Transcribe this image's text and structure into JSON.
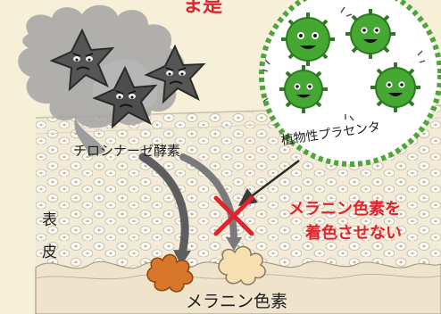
{
  "labels": {
    "top_fragment": "ま是",
    "enzyme": "チロシナーゼ酵素",
    "placenta": "植物性プラセンタ",
    "skin_layer_1": "表",
    "skin_layer_2": "皮",
    "callout_line_1": "メラニン色素を",
    "callout_line_2": "着色させない",
    "melanin": "メラニン色素"
  },
  "colors": {
    "background": "#f6f0d9",
    "accent_red": "#e0242e",
    "enzyme_cloud": "#9a9a9a",
    "virus_green": "#45a833",
    "melanin_orange": "#d8762a",
    "melanin_pale": "#f6e0b2"
  },
  "icons": [
    "enzyme-monster-icon",
    "placenta-virus-icon",
    "block-x-icon",
    "melanin-blob-icon"
  ]
}
